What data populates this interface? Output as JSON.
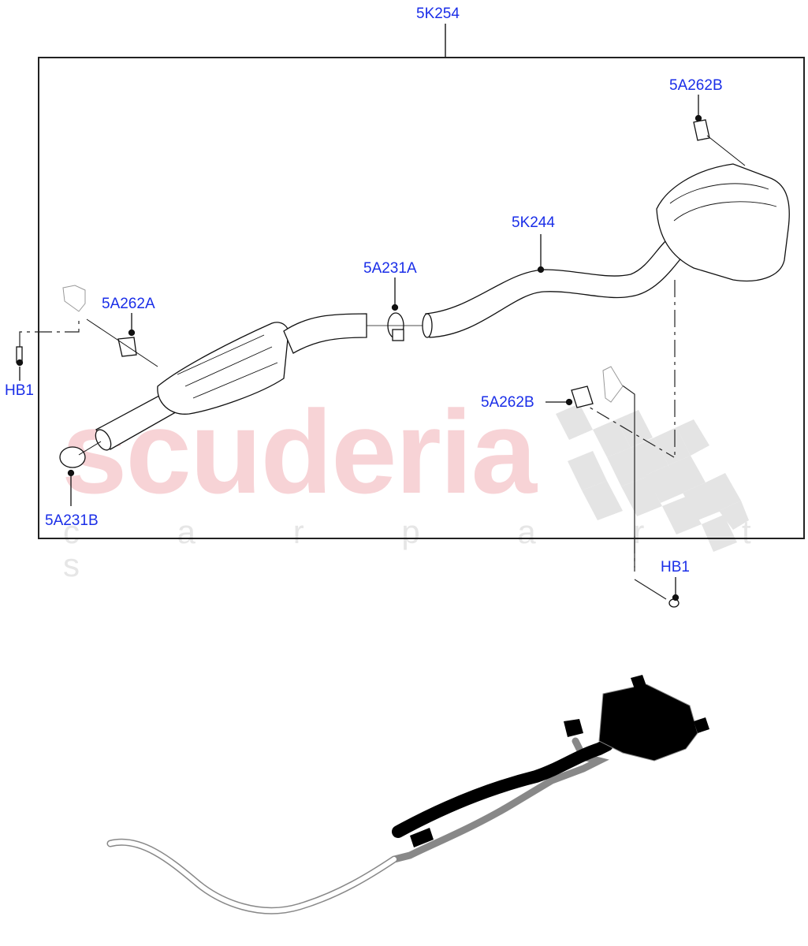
{
  "diagram": {
    "title_part": "5K254",
    "watermark": {
      "brand": "scuderia",
      "tagline": "c a r   p a r t s",
      "brand_color": "#f7d3d6",
      "tagline_color": "#e6e6e6"
    },
    "label_color": "#1a2ee8",
    "frame_color": "#222222",
    "callouts": [
      {
        "id": "5K254",
        "label": "5K254",
        "description": "exhaust system assembly"
      },
      {
        "id": "5A262B-top",
        "label": "5A262B",
        "description": "rear muffler hanger insulator"
      },
      {
        "id": "5K244",
        "label": "5K244",
        "description": "intermediate pipe"
      },
      {
        "id": "5A231A",
        "label": "5A231A",
        "description": "pipe clamp"
      },
      {
        "id": "5A262A",
        "label": "5A262A",
        "description": "front hanger insulator"
      },
      {
        "id": "HB1-left",
        "label": "HB1",
        "description": "bolt"
      },
      {
        "id": "5A262B-mid",
        "label": "5A262B",
        "description": "hanger insulator"
      },
      {
        "id": "5A231B",
        "label": "5A231B",
        "description": "front pipe clamp"
      },
      {
        "id": "HB1-right",
        "label": "HB1",
        "description": "bolt"
      }
    ]
  }
}
